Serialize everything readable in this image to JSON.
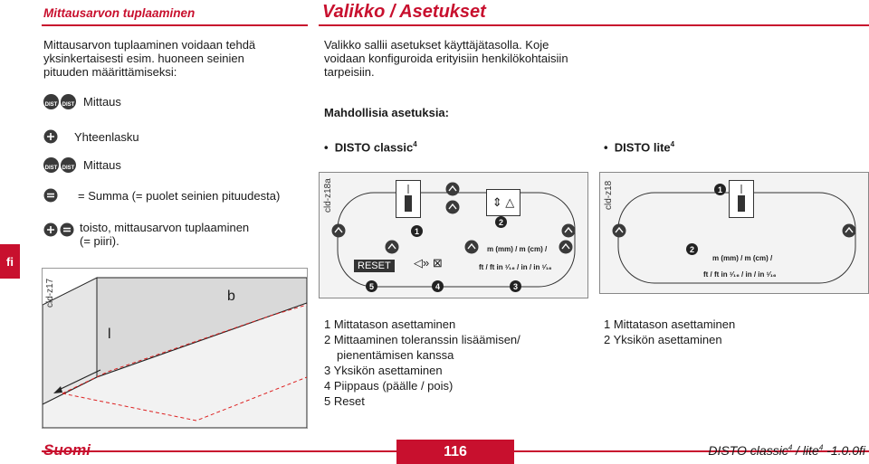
{
  "header": {
    "left_title": "Mittausarvon tuplaaminen",
    "right_title": "Valikko / Asetukset"
  },
  "left": {
    "intro": "Mittausarvon tuplaaminen voidaan tehdä yksinkertaisesti esim. huoneen seinien pituuden määrittämiseksi:",
    "steps": [
      {
        "text": "Mittaus"
      },
      {
        "text": "Yhteenlasku"
      },
      {
        "text": "Mittaus"
      },
      {
        "text": "= Summa (= puolet seinien pituudesta)"
      },
      {
        "text": "toisto, mittausarvon tuplaaminen (= piiri)."
      }
    ],
    "diagram_code": "cld-z17",
    "label_b": "b",
    "label_l": "l"
  },
  "right": {
    "intro": "Valikko sallii asetukset käyttäjätasolla. Koje voidaan konfiguroida erityisiin henkilökohtaisiin tarpeisiin.",
    "options_heading": "Mahdollisia asetuksia:",
    "classic_label": "DISTO classic",
    "classic_sup": "4",
    "lite_label": "DISTO lite",
    "lite_sup": "4",
    "classic_code": "cld-z18a",
    "lite_code": "cld-z18",
    "reset_label": "RESET",
    "units_top": "m (mm) / m (cm) /",
    "units_bottom": "ft / ft in ¹⁄₁₆ / in / in ¹⁄₁₆",
    "classic_legend": [
      "1 Mittatason asettaminen",
      "2 Mittaaminen toleranssin lisäämisen/",
      "pienentämisen kanssa",
      "3 Yksikön asettaminen",
      "4 Piippaus (päälle / pois)",
      "5 Reset"
    ],
    "lite_legend": [
      "1 Mittatason asettaminen",
      "2 Yksikön asettaminen"
    ],
    "numbers": [
      "1",
      "2",
      "3",
      "4",
      "5"
    ]
  },
  "tab": "fi",
  "footer": {
    "language": "Suomi",
    "page": "116",
    "product": "DISTO classic",
    "product_sup": "4",
    "product_rest": " / lite",
    "product_sup2": "4",
    "version": " -1.0.0fi"
  },
  "colors": {
    "accent": "#c8102e"
  }
}
